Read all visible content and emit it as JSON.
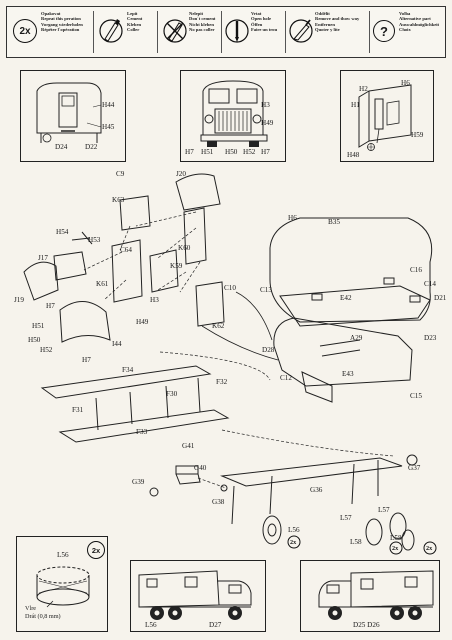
{
  "legend": {
    "repeat_count": "2x",
    "cells": [
      {
        "lines": [
          "Opakovat",
          "Repeat this peration",
          "Vorgang wiederholen",
          "Répéter l´opération"
        ],
        "icon": "repeat-icon"
      },
      {
        "lines": [
          "Lepit",
          "Cement",
          "Kleben",
          "Coller"
        ],
        "icon": "glue-tube-icon"
      },
      {
        "lines": [
          "Nelepit",
          "Don´t cement",
          "Nicht kleben",
          "No pas coller"
        ],
        "icon": "no-glue-icon"
      },
      {
        "lines": [
          "Vrtat",
          "Open hole",
          "Öffen",
          "Faire un trou"
        ],
        "icon": "drill-icon"
      },
      {
        "lines": [
          "Oddělit",
          "Remove and thow way",
          "Entfernen",
          "Quoter y lite"
        ],
        "icon": "knife-icon"
      },
      {
        "lines": [
          "Volba",
          "Alternative part",
          "Auswahlmöglichkeit",
          "Choix"
        ],
        "icon": "question-icon"
      }
    ],
    "question_glyph": "?"
  },
  "labels": {
    "panel1": [
      "H44",
      "H45",
      "D24",
      "D22"
    ],
    "panel2": [
      "H3",
      "H49",
      "H7",
      "H51",
      "H50",
      "H52",
      "H7"
    ],
    "panel3": [
      "H2",
      "H6",
      "H1",
      "H59",
      "H48"
    ],
    "cab": [
      "C9",
      "J20",
      "K63",
      "H54",
      "H53",
      "J17",
      "C64",
      "K60",
      "K59",
      "K61",
      "J19",
      "H7",
      "H3",
      "C10",
      "H51",
      "H49",
      "K62",
      "H50",
      "H52",
      "I44",
      "H7"
    ],
    "body": [
      "H6",
      "B35",
      "C16",
      "C13",
      "E42",
      "C14",
      "D21",
      "A29",
      "D28",
      "D23",
      "C12",
      "E43",
      "C15"
    ],
    "chassis": [
      "F34",
      "F32",
      "F30",
      "F31",
      "F33",
      "G41",
      "G40",
      "G39",
      "G38",
      "G36",
      "G37",
      "L57",
      "L57",
      "L56",
      "L58",
      "L58"
    ],
    "repeat_marks": [
      "2x",
      "2x",
      "2x"
    ],
    "rope_panel": {
      "count": "2x",
      "label": "L56",
      "wire_line1": "Vlre",
      "wire_line2": "Drát",
      "wire_size": "(0,8 mm)"
    },
    "finished1": [
      "L56",
      "D27"
    ],
    "finished2": [
      "D25 D26"
    ]
  }
}
